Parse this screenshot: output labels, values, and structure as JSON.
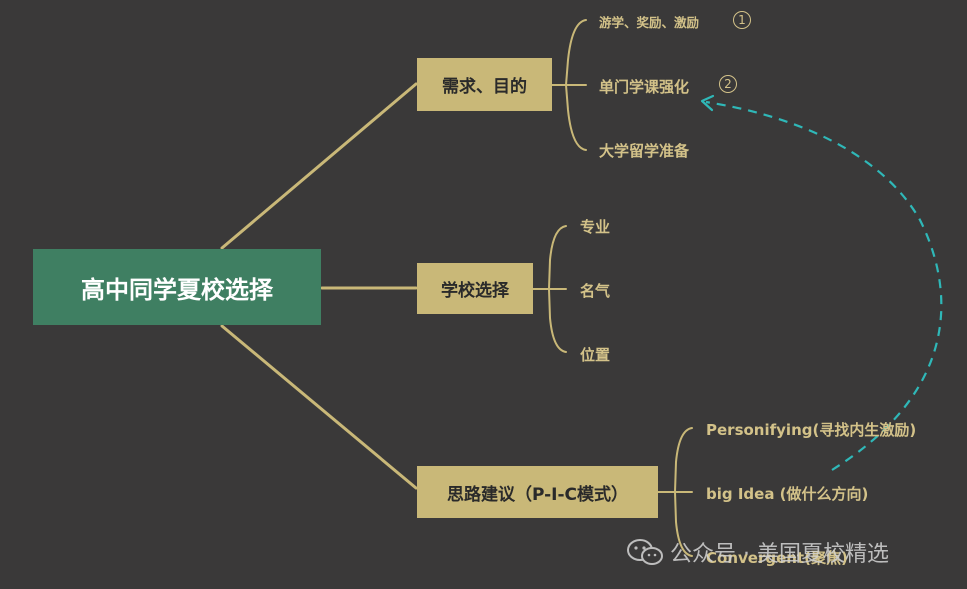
{
  "root": {
    "label": "高中同学夏校选择"
  },
  "branches": [
    {
      "label": "需求、目的",
      "leaves": [
        {
          "label": "游学、奖励、激励",
          "badge": "1"
        },
        {
          "label": "单门学课强化",
          "badge": "2"
        },
        {
          "label": "大学留学准备"
        }
      ]
    },
    {
      "label": "学校选择",
      "leaves": [
        {
          "label": "专业"
        },
        {
          "label": "名气"
        },
        {
          "label": "位置"
        }
      ]
    },
    {
      "label": "思路建议（P-I-C模式）",
      "leaves": [
        {
          "label": "Personifying(寻找内生激励)"
        },
        {
          "label": "big Idea (做什么方向)"
        },
        {
          "label": "Convergent(聚焦)"
        }
      ]
    }
  ],
  "watermark": {
    "text": "公众号 · 美国夏校精选",
    "icon": "wechat-icon"
  },
  "colors": {
    "background": "#3a3939",
    "root_fill": "#3f7f62",
    "branch_fill": "#c9b878",
    "line": "#c9b878",
    "leaf_text": "#d3c289",
    "dashed_arrow": "#2fb8b8"
  }
}
